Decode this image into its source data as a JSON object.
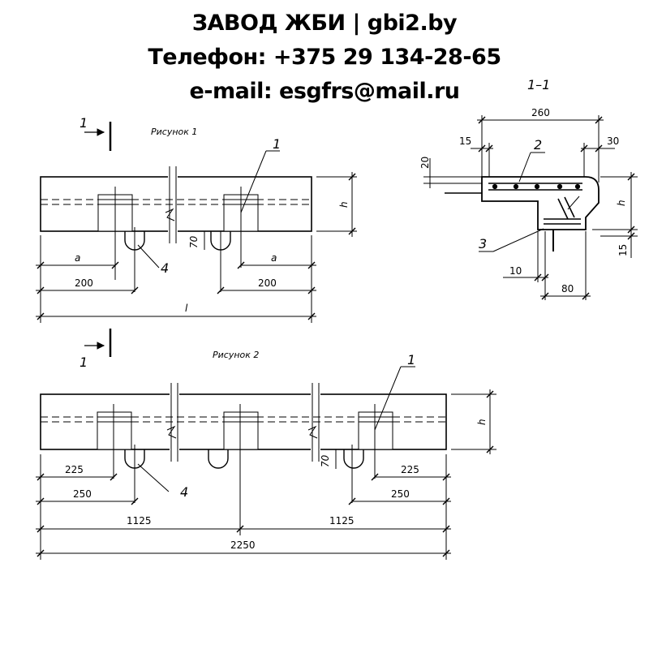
{
  "header": {
    "line1": "ЗАВОД ЖБИ | gbi2.by",
    "line2": "Телефон: +375 29 134-28-65",
    "line3": "e-mail: esgfrs@mail.ru"
  },
  "fig1": {
    "caption": "Рисунок 1",
    "section_mark": "1",
    "callout_1": "1",
    "callout_4": "4",
    "dim_a_left": "a",
    "dim_a_right": "a",
    "dim_200_left": "200",
    "dim_200_right": "200",
    "dim_70": "70",
    "dim_h": "h",
    "dim_l": "l"
  },
  "section": {
    "title": "1–1",
    "dim_260": "260",
    "dim_15_top": "15",
    "dim_30": "30",
    "dim_20": "20",
    "dim_h": "h",
    "dim_15_right": "15",
    "dim_10": "10",
    "dim_80": "80",
    "callout_2": "2",
    "callout_3": "3"
  },
  "fig2": {
    "caption": "Рисунок 2",
    "section_mark": "1",
    "callout_1": "1",
    "callout_4": "4",
    "dim_225_left": "225",
    "dim_225_right": "225",
    "dim_250_left": "250",
    "dim_250_right": "250",
    "dim_1125_left": "1125",
    "dim_1125_right": "1125",
    "dim_2250": "2250",
    "dim_70": "70",
    "dim_h": "h"
  }
}
